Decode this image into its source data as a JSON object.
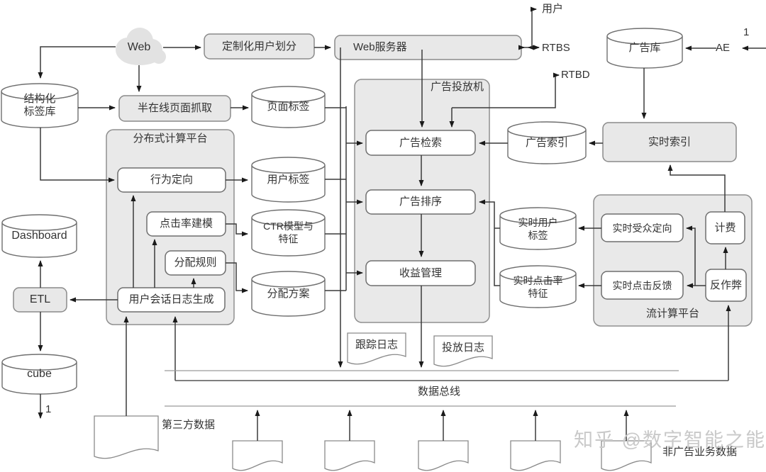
{
  "top": {
    "web_cloud": "Web",
    "custom_user_segmentation": "定制化用户划分",
    "web_server": "Web服务器",
    "user": "用户",
    "rtbs": "RTBS",
    "rtbd": "RTBD",
    "ad_database": "广告库",
    "ae": "AE",
    "connector_top": "1"
  },
  "left": {
    "structured_tag_db_l1": "结构化",
    "structured_tag_db_l2": "标签库",
    "semi_online_crawl": "半在线页面抓取",
    "dashboard": "Dashboard",
    "etl": "ETL",
    "cube": "cube",
    "connector_bottom": "1"
  },
  "distributed_platform": {
    "title": "分布式计算平台",
    "behavior_targeting": "行为定向",
    "ctr_modeling": "点击率建模",
    "allocation_rules": "分配规则",
    "user_session_log": "用户会话日志生成"
  },
  "mid_stores": {
    "page_tags": "页面标签",
    "user_tags": "用户标签",
    "ctr_model_l1": "CTR模型与",
    "ctr_model_l2": "特征",
    "allocation_plan": "分配方案"
  },
  "ad_server": {
    "title": "广告投放机",
    "ad_retrieval": "广告检索",
    "ad_ranking": "广告排序",
    "revenue_management": "收益管理"
  },
  "right_stores": {
    "ad_index": "广告索引",
    "realtime_index": "实时索引",
    "realtime_user_tags_l1": "实时用户",
    "realtime_user_tags_l2": "标签",
    "realtime_ctr_l1": "实时点击率",
    "realtime_ctr_l2": "特征"
  },
  "stream_platform": {
    "title": "流计算平台",
    "realtime_audience_targeting": "实时受众定向",
    "billing": "计费",
    "realtime_click_feedback": "实时点击反馈",
    "anti_fraud": "反作弊"
  },
  "bottom": {
    "tracking_log": "跟踪日志",
    "serving_log": "投放日志",
    "data_bus": "数据总线",
    "third_party_data": "第三方数据",
    "non_ad_business_data": "非广告业务数据",
    "watermark": "知乎 @数字智能之能"
  },
  "colors": {
    "node_fill": "#e8e8e8",
    "node_border": "#8a8a8a",
    "white_fill": "#ffffff",
    "line": "#3a3a3a",
    "bus_line": "#9a9a9a",
    "text": "#333333",
    "watermark": "#c9c9c9"
  }
}
